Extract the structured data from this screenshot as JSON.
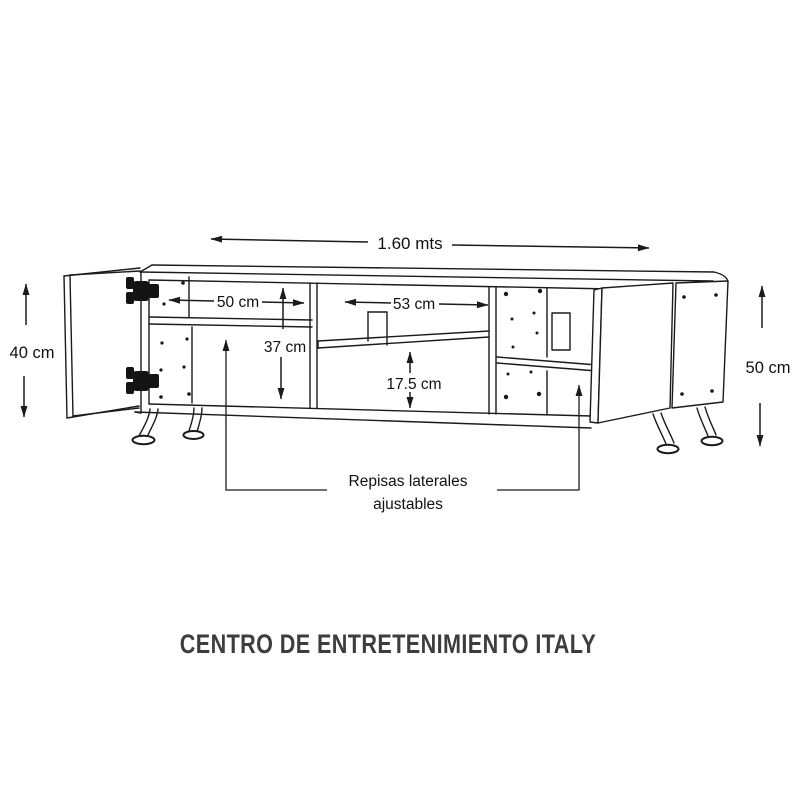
{
  "diagram": {
    "title": "CENTRO DE ENTRETENIMIENTO ITALY",
    "dims": {
      "overall_width": "1.60 mts",
      "height_left": "40 cm",
      "height_right": "50 cm",
      "left_compartment_width": "50 cm",
      "middle_compartment_width": "53 cm",
      "interior_height_left": "37 cm",
      "shelf_gap": "17.5 cm"
    },
    "note": {
      "line1": "Repisas laterales",
      "line2": "ajustables"
    },
    "colors": {
      "line": "#1b1b1b",
      "title": "#3d3d3d",
      "background": "#ffffff"
    }
  }
}
